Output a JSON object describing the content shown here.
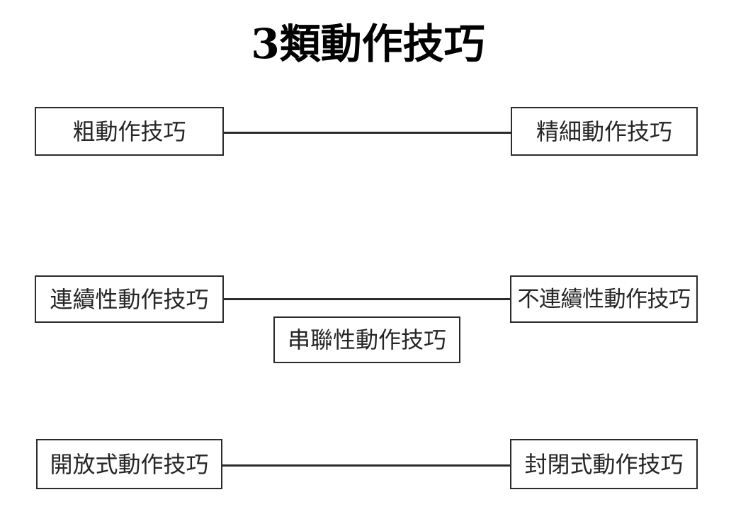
{
  "document": {
    "title": "3類動作技巧",
    "language": "zh-Hant",
    "background_color": "#ffffff",
    "line_color": "#2b2b2b",
    "text_color": "#262626"
  },
  "diagram": {
    "type": "classification-diagram",
    "rows": [
      {
        "id": "row-1",
        "left_label": "粗動作技巧",
        "right_label": "精細動作技巧",
        "connector": true
      },
      {
        "id": "row-2",
        "left_label": "連續性動作技巧",
        "right_label": "不連續性動作技巧",
        "middle_label": "串聯性動作技巧",
        "connector": true
      },
      {
        "id": "row-3",
        "left_label": "開放式動作技巧",
        "right_label": "封閉式動作技巧",
        "connector": true
      }
    ]
  },
  "nodes": {
    "gross": "粗動作技巧",
    "fine": "精細動作技巧",
    "continuous": "連續性動作技巧",
    "discrete": "不連續性動作技巧",
    "serial": "串聯性動作技巧",
    "open": "開放式動作技巧",
    "closed": "封閉式動作技巧"
  }
}
